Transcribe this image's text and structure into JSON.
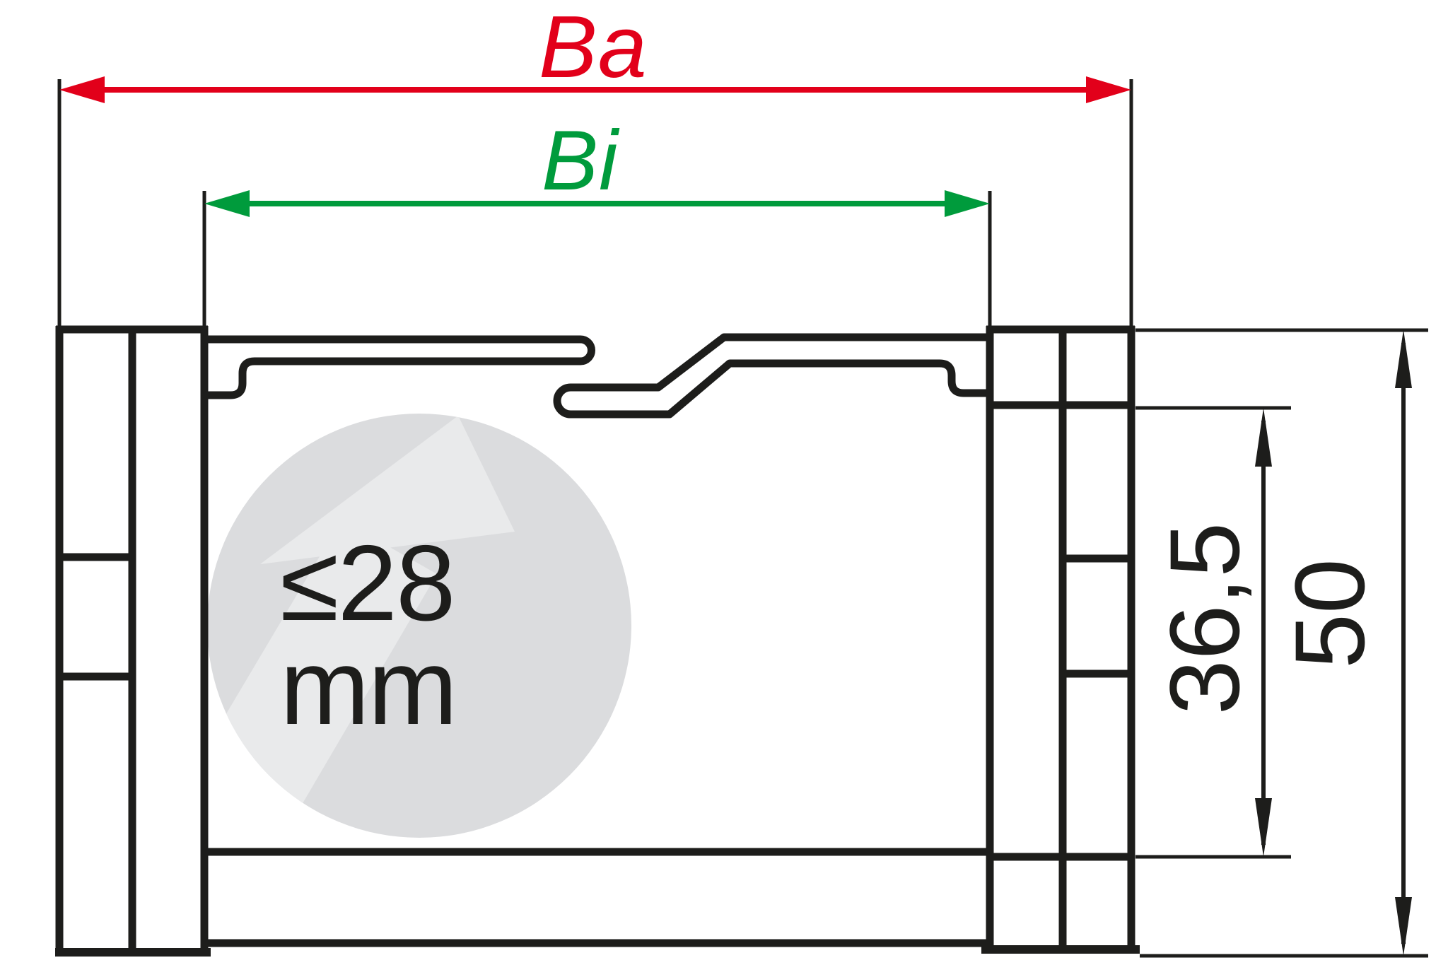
{
  "drawing": {
    "title": "cable-carrier link cross-section with dimensions",
    "labels": {
      "outer_width": "Ba",
      "inner_width": "Bi",
      "inner_height": "36,5",
      "outer_height": "50",
      "watermark_line1": "≤28",
      "watermark_line2": "mm"
    },
    "colors": {
      "outer_width_accent": "#e2001a",
      "inner_width_accent": "#009b3c",
      "linework": "#1d1d1b",
      "watermark_circle": "#dbdcde",
      "watermark_arrow": "#e9eaeb",
      "background": "#ffffff"
    }
  }
}
